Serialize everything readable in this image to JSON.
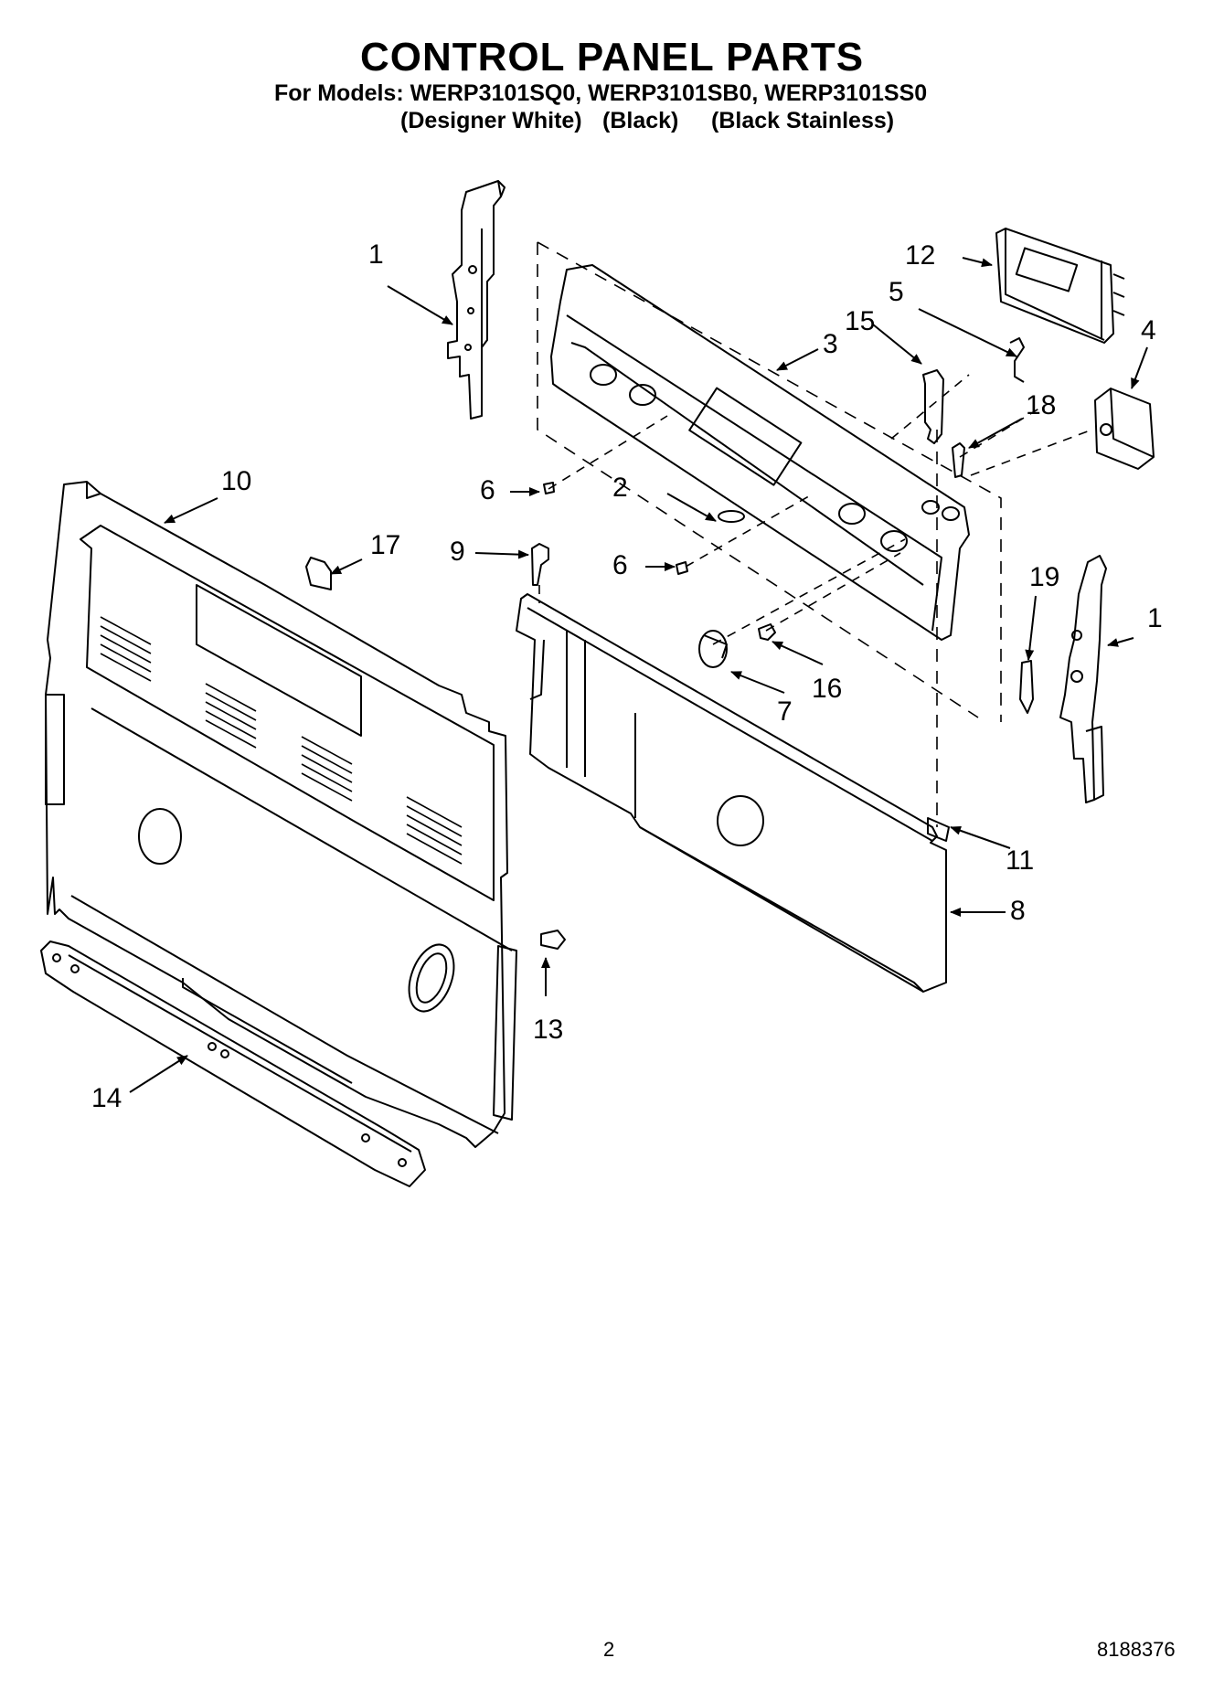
{
  "header": {
    "title": "CONTROL PANEL PARTS",
    "models_line": "For Models: WERP3101SQ0, WERP3101SB0, WERP3101SS0",
    "variants": [
      "(Designer White)",
      "(Black)",
      "(Black Stainless)"
    ]
  },
  "callouts": {
    "c1_left": "1",
    "c1_right": "1",
    "c2": "2",
    "c3": "3",
    "c4": "4",
    "c5": "5",
    "c6_a": "6",
    "c6_b": "6",
    "c7": "7",
    "c8": "8",
    "c9": "9",
    "c10": "10",
    "c11": "11",
    "c12": "12",
    "c13": "13",
    "c14": "14",
    "c15": "15",
    "c16": "16",
    "c17": "17",
    "c18": "18",
    "c19": "19"
  },
  "footer": {
    "page": "2",
    "doc_number": "8188376"
  }
}
